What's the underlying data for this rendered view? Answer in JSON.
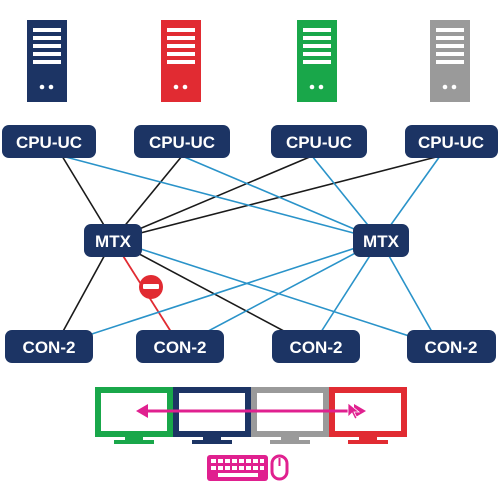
{
  "colors": {
    "navy": "#1c3464",
    "red": "#e12b32",
    "green": "#19a74a",
    "gray": "#9a9a9a",
    "black_link": "#1a1a1a",
    "blue_link": "#2a93c9",
    "red_link": "#e12b32",
    "magenta": "#e0208f"
  },
  "servers": [
    {
      "name": "server-navy",
      "color": "#1c3464"
    },
    {
      "name": "server-red",
      "color": "#e12b32"
    },
    {
      "name": "server-green",
      "color": "#19a74a"
    },
    {
      "name": "server-gray",
      "color": "#9a9a9a"
    }
  ],
  "cpu_units": [
    {
      "label": "CPU-UC"
    },
    {
      "label": "CPU-UC"
    },
    {
      "label": "CPU-UC"
    },
    {
      "label": "CPU-UC"
    }
  ],
  "matrices": [
    {
      "label": "MTX"
    },
    {
      "label": "MTX"
    }
  ],
  "consoles": [
    {
      "label": "CON-2"
    },
    {
      "label": "CON-2"
    },
    {
      "label": "CON-2"
    },
    {
      "label": "CON-2"
    }
  ],
  "monitors": [
    {
      "name": "monitor-green",
      "color": "#19a74a"
    },
    {
      "name": "monitor-navy",
      "color": "#1c3464"
    },
    {
      "name": "monitor-gray",
      "color": "#9a9a9a"
    },
    {
      "name": "monitor-red",
      "color": "#e12b32"
    }
  ],
  "blocked_link_icon": "minus-circle-icon",
  "peripherals_icons": [
    "keyboard-icon",
    "mouse-icon"
  ],
  "switch_arrow_icon": "double-arrow-icon"
}
